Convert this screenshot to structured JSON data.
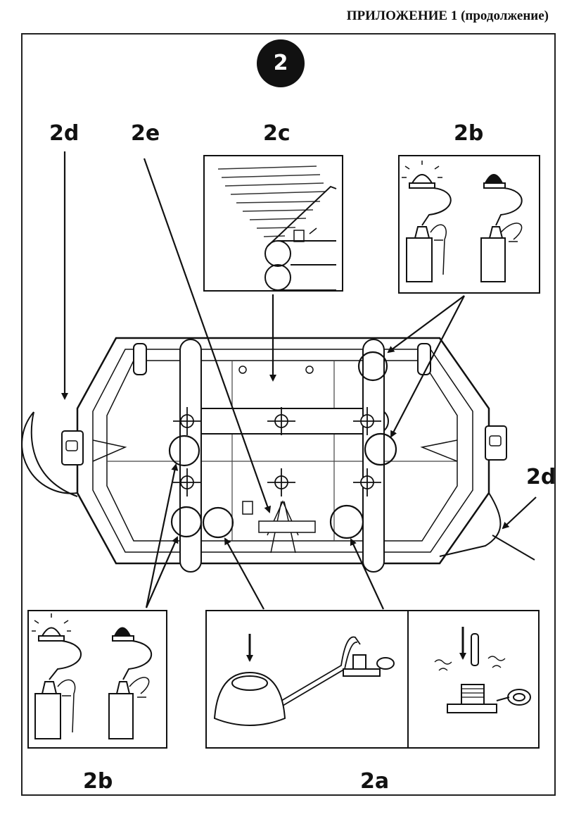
{
  "header": {
    "title": "ПРИЛОЖЕНИЕ 1 (продолжение)"
  },
  "badge": {
    "number": "2"
  },
  "labels": {
    "l2d_left": "2d",
    "l2e": "2e",
    "l2c": "2c",
    "l2b_top": "2b",
    "l2d_right": "2d",
    "l2b_bottom": "2b",
    "l2a": "2a"
  }
}
